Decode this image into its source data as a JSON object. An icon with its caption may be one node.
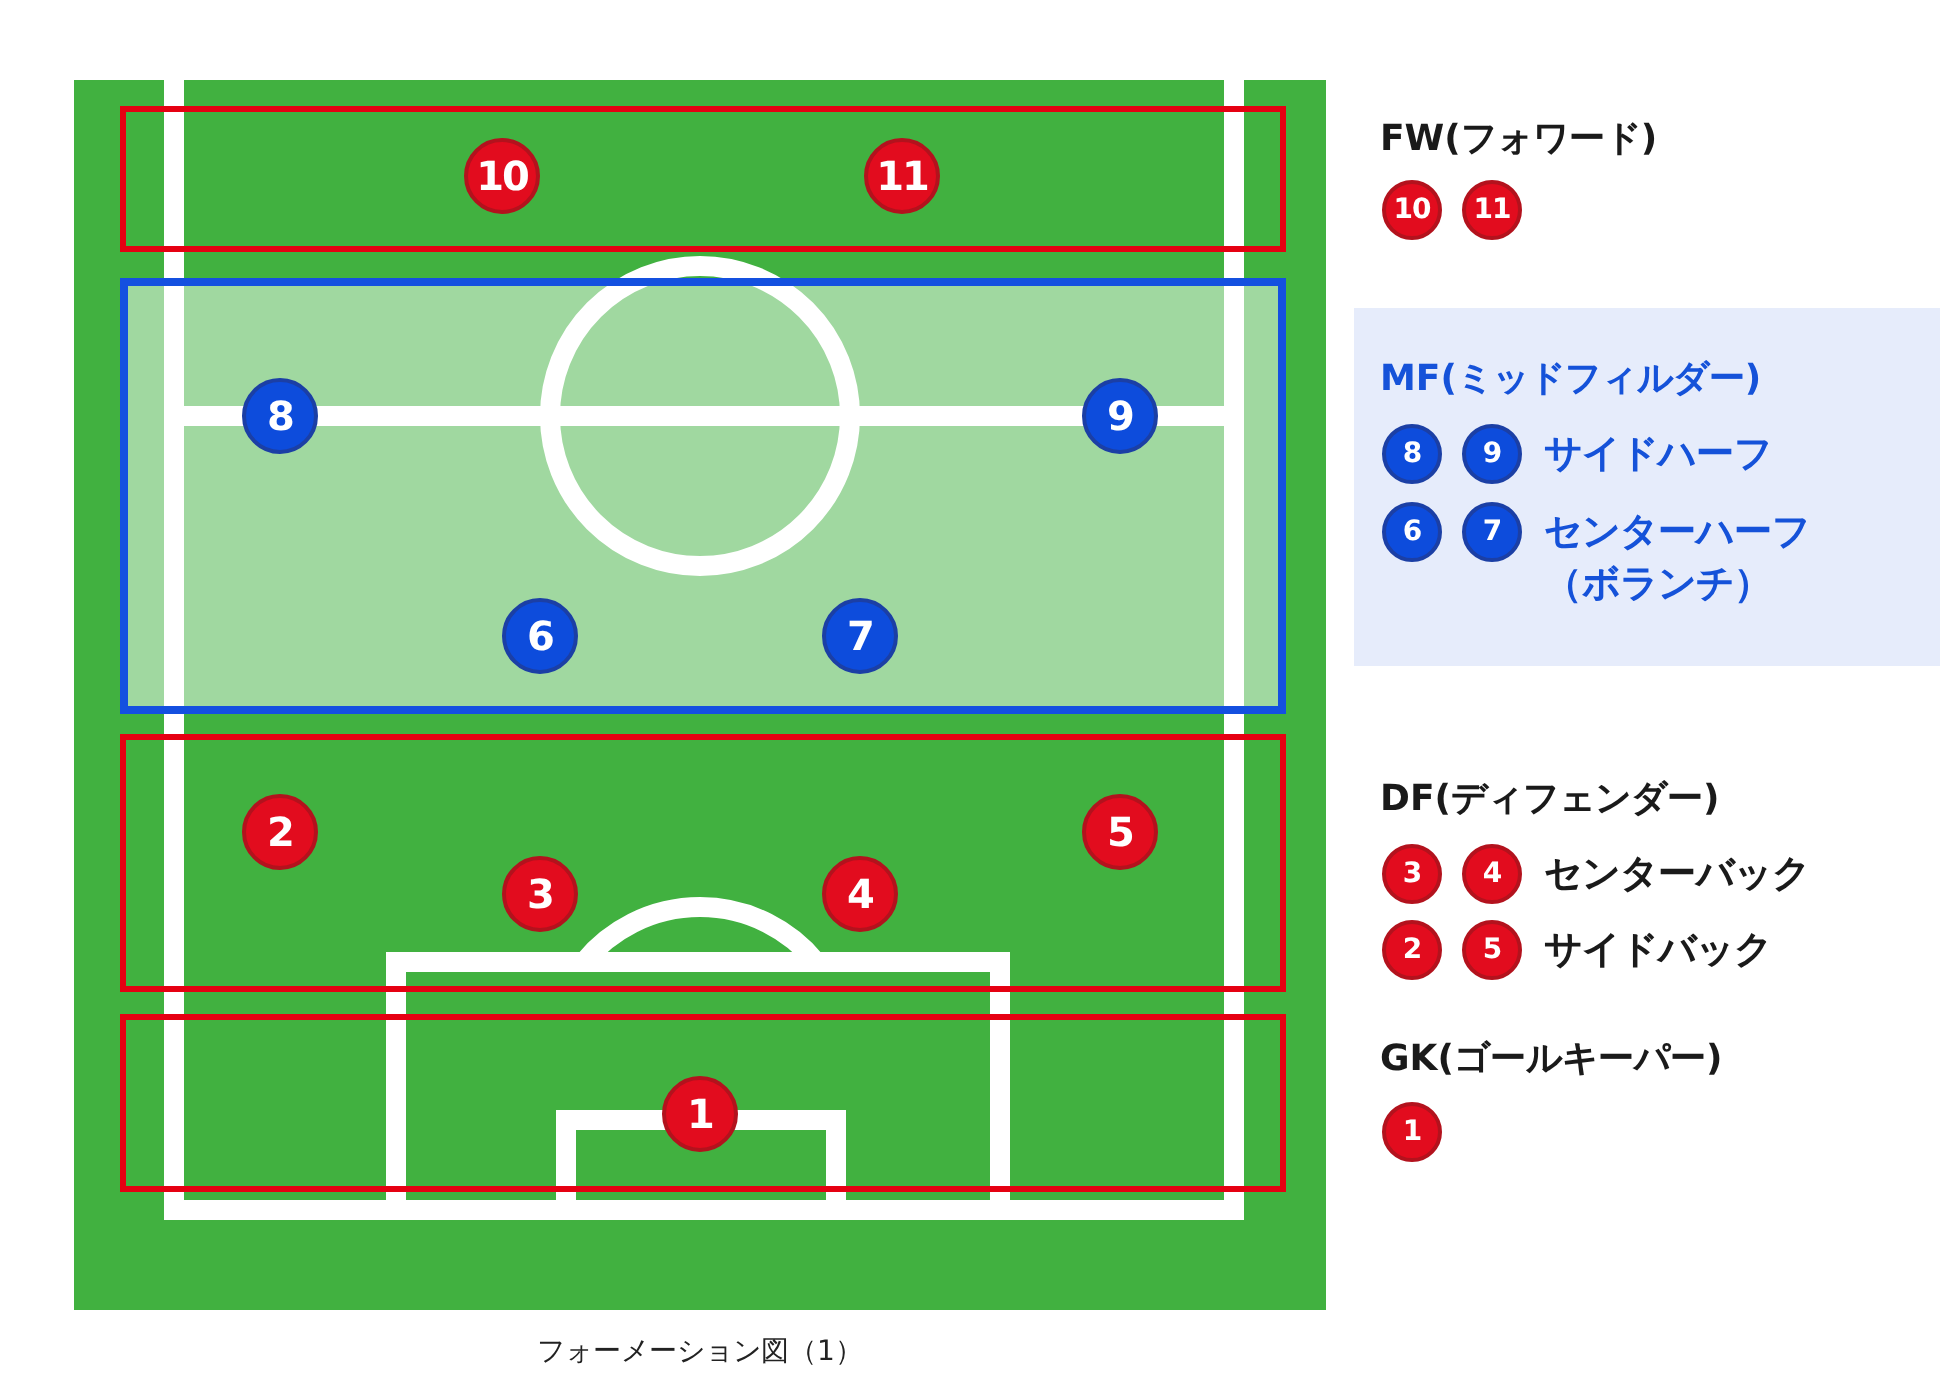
{
  "diagram": {
    "caption": "フォーメーション図（1）",
    "nodes": [
      {
        "text": [],
        "shape": "box"
      },
      {
        "text": [
          "10"
        ],
        "in": 0
      },
      {
        "text": [
          "11"
        ],
        "in": 0
      },
      {
        "text": [],
        "shape": "box"
      },
      {
        "text": [
          "8"
        ],
        "in": 3
      },
      {
        "text": [
          "9"
        ],
        "in": 3
      },
      {
        "text": [
          "6"
        ],
        "in": 3
      },
      {
        "text": [
          "7"
        ],
        "in": 3
      },
      {
        "text": [],
        "shape": "box"
      },
      {
        "text": [
          "2"
        ],
        "in": 8
      },
      {
        "text": [
          "5"
        ],
        "in": 8
      },
      {
        "text": [
          "3"
        ],
        "in": 8
      },
      {
        "text": [
          "4"
        ],
        "in": 8
      },
      {
        "text": [],
        "shape": "box"
      },
      {
        "text": [
          "1"
        ],
        "in": 13
      },
      {
        "text": [
          "10"
        ]
      },
      {
        "text": [
          "11"
        ]
      },
      {
        "text": [
          "MF(ミッドフィルダー)",
          "サイドハーフ",
          "センターハーフ（ボランチ）"
        ]
      },
      {
        "text": [
          "8"
        ],
        "in": 17
      },
      {
        "text": [
          "9"
        ],
        "in": 17
      },
      {
        "text": [
          "6"
        ],
        "in": 17
      },
      {
        "text": [
          "7"
        ],
        "in": 17
      },
      {
        "text": [
          "3"
        ]
      },
      {
        "text": [
          "4"
        ]
      },
      {
        "text": [
          "2"
        ]
      },
      {
        "text": [
          "5"
        ]
      },
      {
        "text": [
          "1"
        ]
      }
    ],
    "labels": [
      "FW(フォワード)",
      "DF(ディフェンダー)",
      "センターバック",
      "サイドバック",
      "GK(ゴールキーパー)"
    ]
  }
}
